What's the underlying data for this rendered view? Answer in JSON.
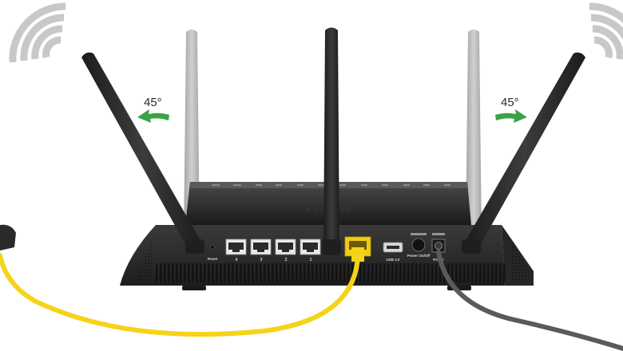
{
  "annotations": {
    "left_angle": "45°",
    "right_angle": "45°"
  },
  "router": {
    "brand": "NETGEAR",
    "reset_label": "Reset",
    "lan_ports": [
      "4",
      "3",
      "2",
      "1"
    ],
    "usb_label": "USB 2.0",
    "power_switch_label": "Power On/Off",
    "power_jack_label": "Power"
  },
  "cables": {
    "internet_cable_color": "#f5d31a",
    "power_cable_color": "#5a5a5a"
  },
  "colors": {
    "router_body": "#2a2a2a",
    "antenna_black": "#2d2d2d",
    "antenna_grey": "#b9b9b9",
    "arrow_green": "#3aa346",
    "wifi_wave": "#c8c8c8"
  }
}
